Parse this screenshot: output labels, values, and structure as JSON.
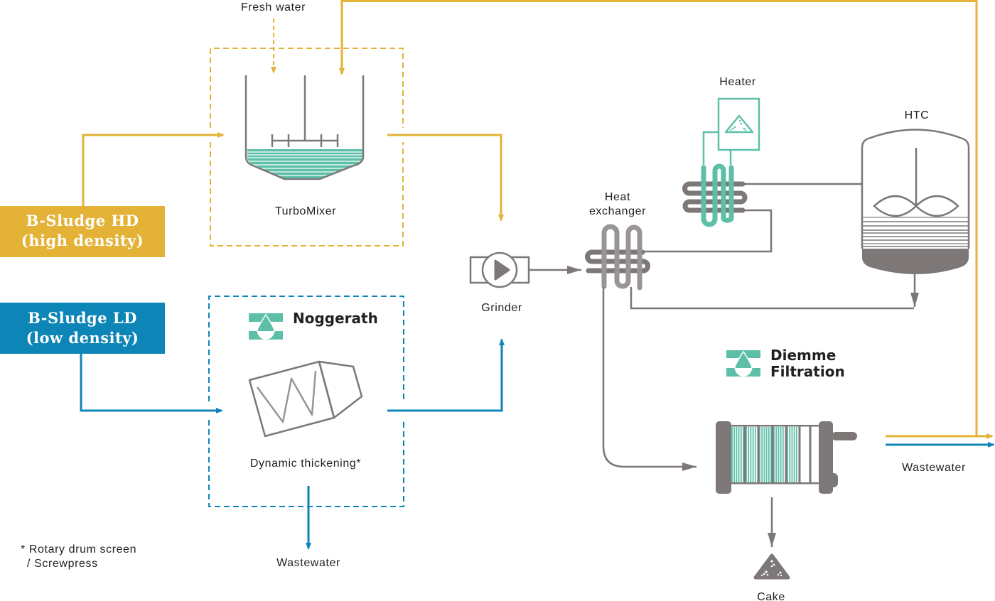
{
  "colors": {
    "hd": "#e3b236",
    "ld": "#0d86b7",
    "equipment": "#7d7777",
    "equipment_light": "#9a9595",
    "teal": "#5dbfa8",
    "text": "#231f20"
  },
  "inputs": {
    "hd": {
      "line1": "B-Sludge HD",
      "line2": "(high density)"
    },
    "ld": {
      "line1": "B-Sludge LD",
      "line2": "(low density)"
    }
  },
  "labels": {
    "fresh_water": "Fresh water",
    "turbomixer": "TurboMixer",
    "dynamic_thickening": "Dynamic thickening*",
    "wastewater_left": "Wastewater",
    "grinder": "Grinder",
    "heat_exchanger_1": "Heat",
    "heat_exchanger_2": "exchanger",
    "heater": "Heater",
    "htc": "HTC",
    "wastewater_right": "Wastewater",
    "cake": "Cake"
  },
  "brands": {
    "noggerath": "Noggerath",
    "diemme_1": "Diemme",
    "diemme_2": "Filtration"
  },
  "footnote": {
    "line1": "* Rotary drum screen",
    "line2": " / Screwpress"
  }
}
